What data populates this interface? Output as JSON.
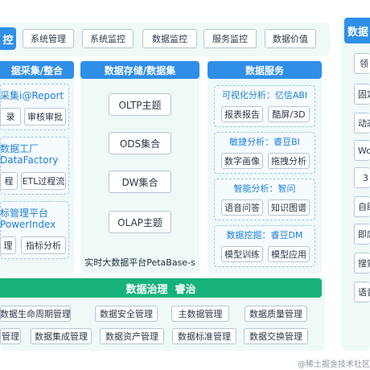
{
  "top_row": {
    "head_partial": "控",
    "items": [
      "系统管理",
      "系统监控",
      "数据监控",
      "服务监控",
      "数据价值"
    ]
  },
  "collect": {
    "title": "据采集/整合",
    "groups": [
      {
        "title": "采集i@Report",
        "chips": [
          "录",
          "审核审批"
        ]
      },
      {
        "title_lines": [
          "数据工厂",
          "DataFactory"
        ],
        "chips": [
          "程",
          "ETL过程流"
        ]
      },
      {
        "title_lines": [
          "标管理平台",
          "PowerIndex"
        ],
        "chips": [
          "理",
          "指标分析"
        ]
      }
    ]
  },
  "storage": {
    "title": "数据存储/数据集",
    "items": [
      "OLTP主题",
      "ODS集合",
      "DW集合",
      "OLAP主题"
    ],
    "footer": "实时大数据平台PetaBase-s"
  },
  "service": {
    "title": "数据服务",
    "groups": [
      {
        "title": "可视化分析：亿信ABI",
        "chips": [
          "报表报告",
          "酷屏/3D"
        ]
      },
      {
        "title": "敏捷分析：睿豆BI",
        "chips": [
          "数字画像",
          "拖拽分析"
        ]
      },
      {
        "title": "智能分析：智问",
        "chips": [
          "语音问答",
          "知识图谱"
        ]
      },
      {
        "title": "数据挖掘：睿豆DM",
        "chips": [
          "模型训练",
          "模型应用"
        ]
      }
    ]
  },
  "right_panel": {
    "title": "数据",
    "items": [
      "领",
      "固定",
      "动态",
      "Wo",
      "3",
      "自助",
      "即席",
      "搜索",
      "语音"
    ]
  },
  "governance": {
    "title": "数据治理  睿治",
    "row1": [
      "数据生命周期管理",
      "数据安全管理",
      "主数据管理",
      "数据质量管理"
    ],
    "row2": [
      "管理",
      "数据集成管理",
      "数据资产管理",
      "数据标准管理",
      "数据交换管理"
    ]
  },
  "watermark": "@稀土掘金技术社区",
  "colors": {
    "blue_header": "#2f8ee8",
    "green_header": "#16b27a",
    "panel_bg": "#eef9f8"
  }
}
